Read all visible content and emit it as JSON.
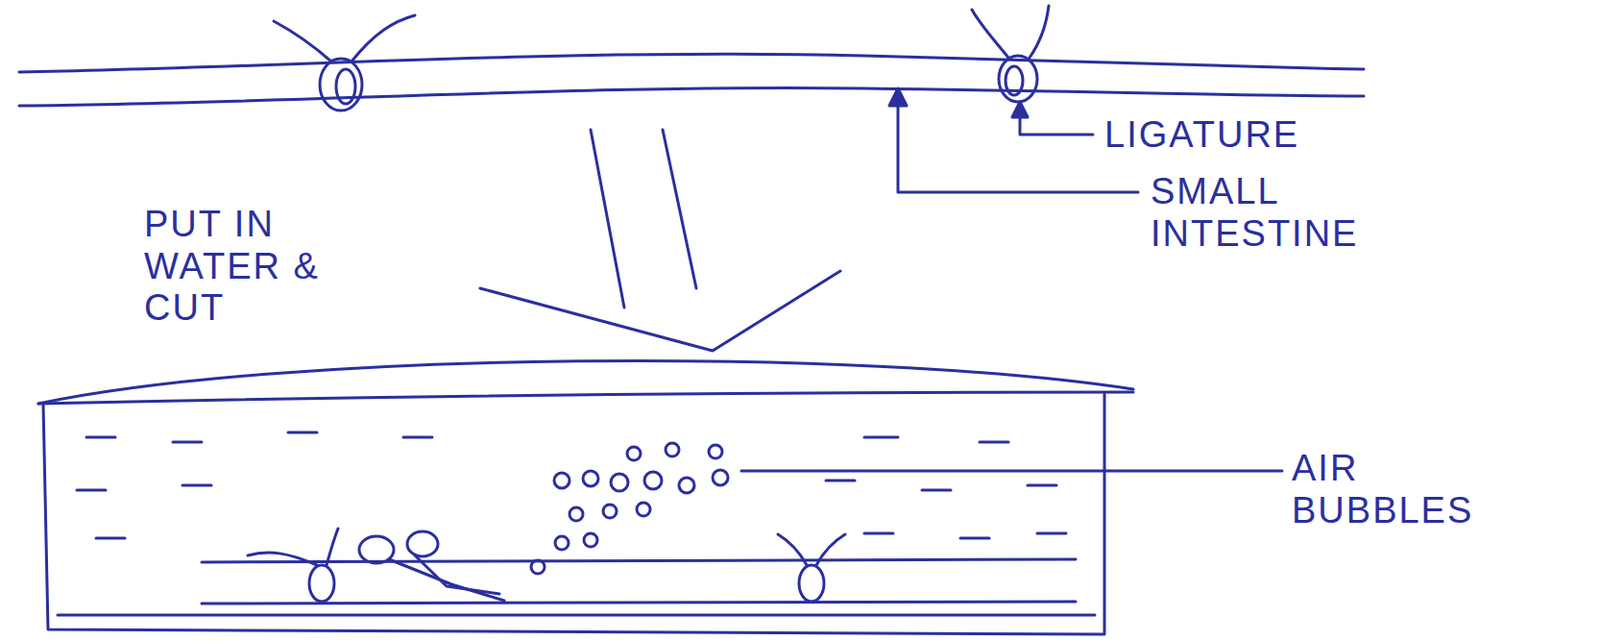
{
  "diagram": {
    "labels": [
      "LIGATURE",
      "SMALL INTESTINE",
      "PUT IN WATER & CUT",
      "AIR BUBBLES"
    ]
  }
}
